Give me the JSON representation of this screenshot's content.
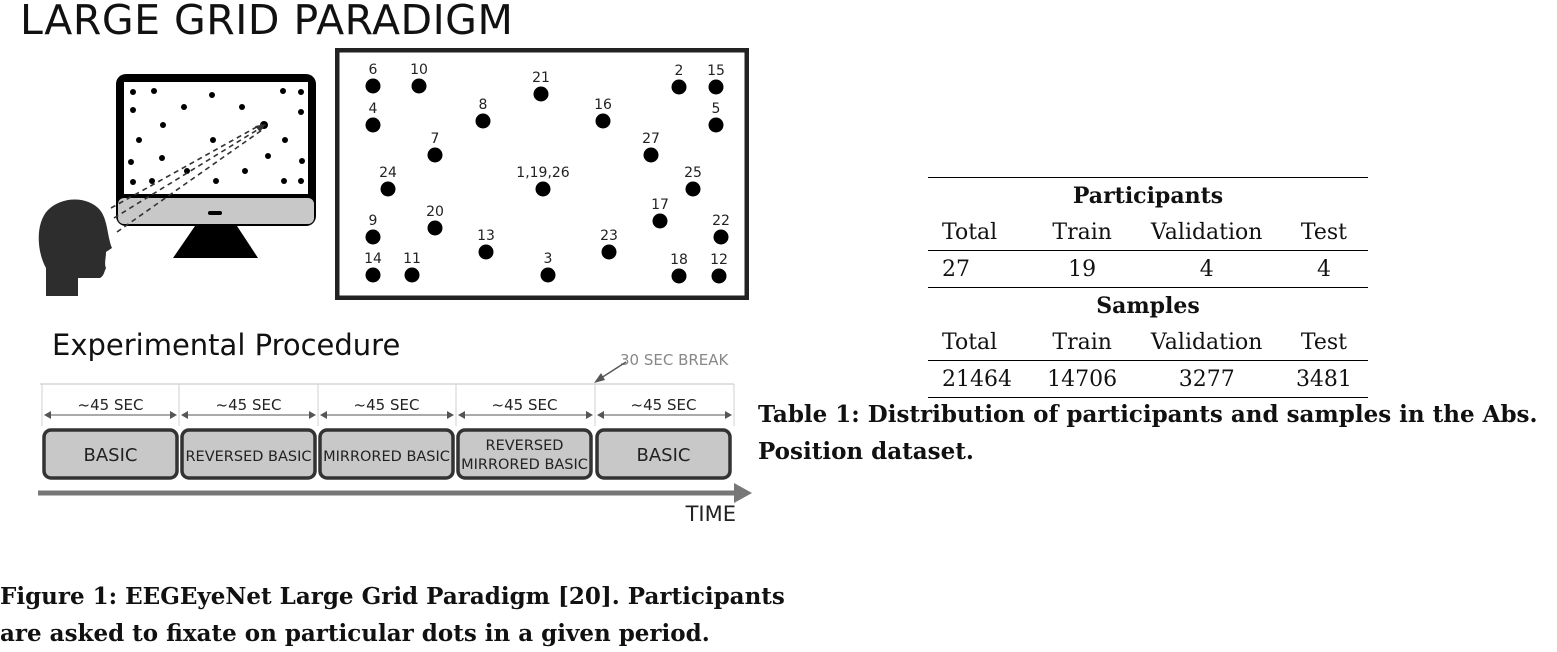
{
  "figure": {
    "title": "LARGE GRID PARADIGM",
    "procedure_title": "Experimental Procedure",
    "break_label": "30 SEC BREAK",
    "time_label": "TIME",
    "blocks": [
      {
        "duration": "~45 SEC",
        "lines": [
          "BASIC"
        ]
      },
      {
        "duration": "~45 SEC",
        "lines": [
          "REVERSED BASIC"
        ]
      },
      {
        "duration": "~45 SEC",
        "lines": [
          "MIRRORED BASIC"
        ]
      },
      {
        "duration": "~45 SEC",
        "lines": [
          "REVERSED",
          "MIRRORED BASIC"
        ]
      },
      {
        "duration": "~45 SEC",
        "lines": [
          "BASIC"
        ]
      }
    ],
    "grid_dots": [
      {
        "label": "6"
      },
      {
        "label": "10"
      },
      {
        "label": "21"
      },
      {
        "label": "2"
      },
      {
        "label": "15"
      },
      {
        "label": "4"
      },
      {
        "label": "8"
      },
      {
        "label": "16"
      },
      {
        "label": "5"
      },
      {
        "label": "7"
      },
      {
        "label": "27"
      },
      {
        "label": "24"
      },
      {
        "label": "1,19,26"
      },
      {
        "label": "25"
      },
      {
        "label": "9"
      },
      {
        "label": "20"
      },
      {
        "label": "17"
      },
      {
        "label": "22"
      },
      {
        "label": "13"
      },
      {
        "label": "23"
      },
      {
        "label": "14"
      },
      {
        "label": "11"
      },
      {
        "label": "3"
      },
      {
        "label": "18"
      },
      {
        "label": "12"
      }
    ],
    "caption": "Figure 1: EEGEyeNet Large Grid Paradigm [20]. Participants are asked to fixate on particular dots in a given period."
  },
  "table": {
    "participants_header": "Participants",
    "samples_header": "Samples",
    "columns": [
      "Total",
      "Train",
      "Validation",
      "Test"
    ],
    "participants": [
      "27",
      "19",
      "4",
      "4"
    ],
    "samples": [
      "21464",
      "14706",
      "3277",
      "3481"
    ],
    "caption": "Table 1: Distribution of participants and samples in the Abs. Position dataset."
  },
  "colors": {
    "block_fill": "#c8c8c8",
    "block_stroke": "#333333",
    "dot": "#000000",
    "timeline": "#777777"
  }
}
